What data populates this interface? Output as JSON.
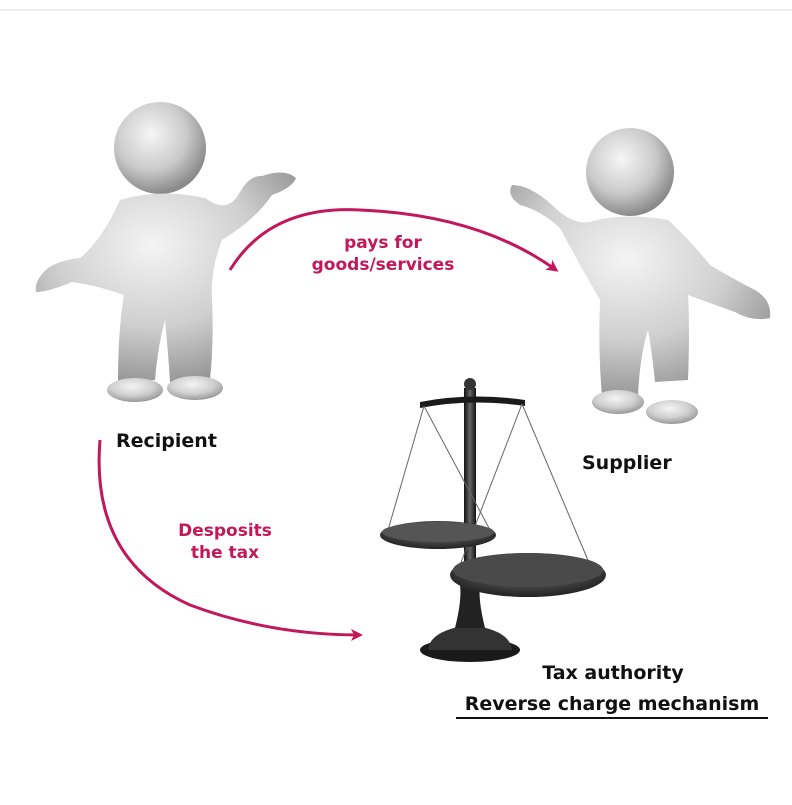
{
  "top_rule_color": "#eeeeee",
  "accent_color": "#c2185b",
  "people": {
    "recipient": {
      "label": "Recipient"
    },
    "supplier": {
      "label": "Supplier"
    }
  },
  "flows": {
    "payment": {
      "line1": "pays for",
      "line2": "goods/services"
    },
    "deposit": {
      "line1": "Desposits",
      "line2": "the tax"
    }
  },
  "authority": {
    "label": "Tax authority",
    "mechanism": "Reverse charge mechanism",
    "icon": "scales-of-justice-icon"
  }
}
